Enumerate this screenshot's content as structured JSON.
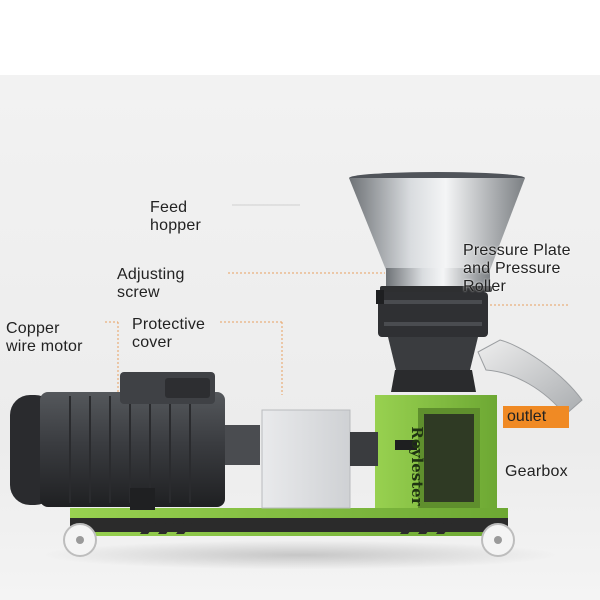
{
  "labels": {
    "feed_hopper": "Feed\nhopper",
    "adjusting_screw": "Adjusting\nscrew",
    "copper_motor": "Copper\nwire motor",
    "protective_cover": "Protective\ncover",
    "pressure_plate": "Pressure Plate\nand Pressure\nRoller",
    "outlet": "outlet",
    "gearbox": "Gearbox"
  },
  "brand": "Roylester",
  "colors": {
    "machine_green": "#86c441",
    "frame_dark": "#2b2b2b",
    "motor": "#3b3d40",
    "outlet_accent": "#f08a24",
    "leader_line": "#e8a060"
  }
}
